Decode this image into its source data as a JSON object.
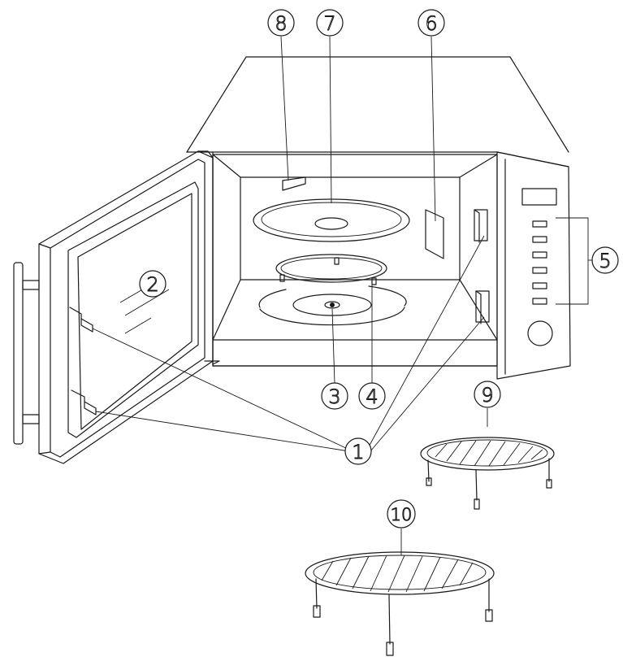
{
  "callouts": [
    {
      "id": "c1",
      "label": "1"
    },
    {
      "id": "c2",
      "label": "2"
    },
    {
      "id": "c3",
      "label": "3"
    },
    {
      "id": "c4",
      "label": "4"
    },
    {
      "id": "c5",
      "label": "5"
    },
    {
      "id": "c6",
      "label": "6"
    },
    {
      "id": "c7",
      "label": "7"
    },
    {
      "id": "c8",
      "label": "8"
    },
    {
      "id": "c9",
      "label": "9"
    },
    {
      "id": "c10",
      "label": "10"
    }
  ],
  "colors": {
    "line": "#1a1a1a",
    "background": "#ffffff"
  }
}
